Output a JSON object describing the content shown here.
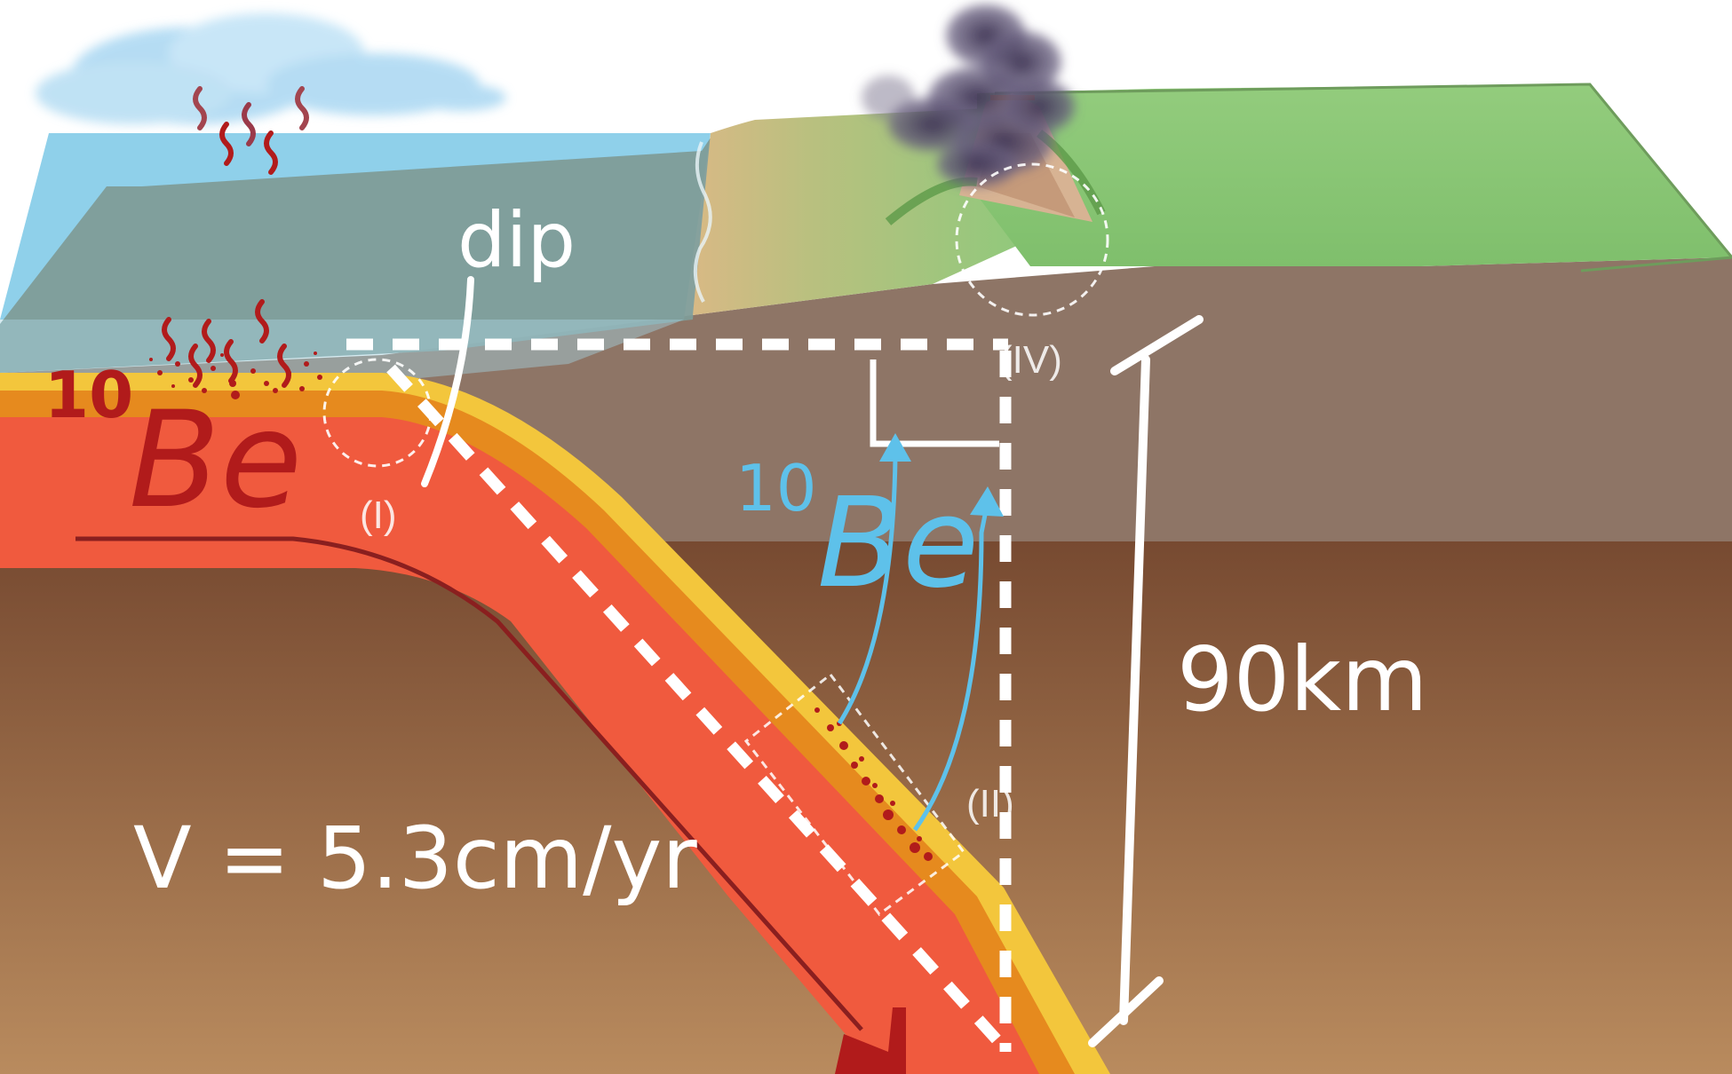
{
  "labels": {
    "dip": "dip",
    "be_surface_mass": "10",
    "be_surface_symbol": "Be",
    "be_rising_mass": "10",
    "be_rising_symbol": "Be",
    "depth": "90km",
    "velocity": "V = 5.3cm/yr",
    "zone_1": "(I)",
    "zone_2": "(II)",
    "zone_4": "(IV)"
  },
  "colors": {
    "ocean": "#8fd0ea",
    "shelf": "#7f9c98",
    "land": "#8fc97c",
    "crust_upper": "#8e7566",
    "mantle": "#7a4e35",
    "slab": "#f05a3e",
    "slab_sediment": "#e68a1e",
    "slab_top": "#f3c63c",
    "be_red": "#b11b1b",
    "be_blue": "#5ec1ea",
    "annotation": "#ffffff",
    "ash": "#4e4560"
  },
  "icons": [
    "cloud-icon",
    "rain-icon",
    "volcano-icon",
    "ash-plume-icon"
  ]
}
